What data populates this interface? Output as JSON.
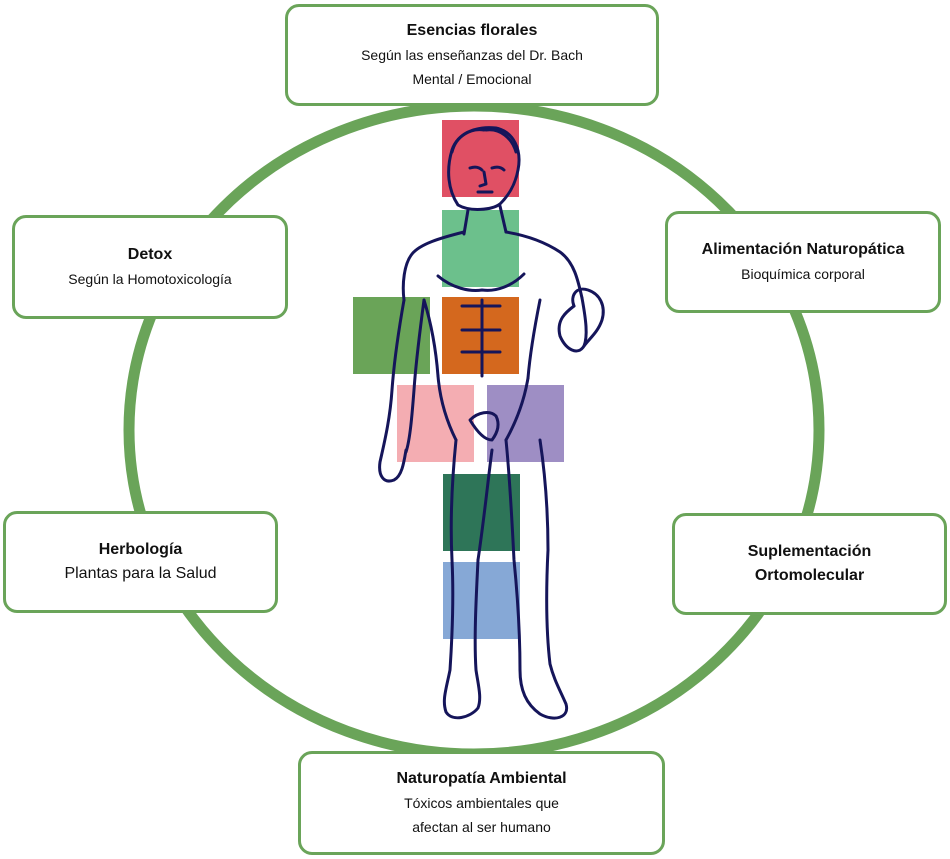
{
  "boxes": {
    "top": {
      "title": "Esencias florales",
      "line1": "Según las enseñanzas del Dr. Bach",
      "line2": "Mental / Emocional"
    },
    "detox": {
      "title": "Detox",
      "line1": "Según la Homotoxicología"
    },
    "alim": {
      "title": "Alimentación Naturopática",
      "line1": "Bioquímica corporal"
    },
    "herbo": {
      "title": "Herbología",
      "line1": "Plantas para la Salud"
    },
    "suple": {
      "title": "Suplementación",
      "line1": "Ortomolecular"
    },
    "bottom": {
      "title": "Naturopatía Ambiental",
      "line1": "Tóxicos ambientales que",
      "line2": "afectan al ser humano"
    }
  },
  "colors": {
    "ring": "#6aa459",
    "head": "#e05064",
    "neck": "#6cc08c",
    "abdomen": "#d4681e",
    "left_arm": "#6aa458",
    "left_hip": "#f4adb2",
    "right_hip": "#9e8ec4",
    "thigh": "#2e7558",
    "knee": "#86a8d6",
    "figure_stroke": "#15155a"
  }
}
